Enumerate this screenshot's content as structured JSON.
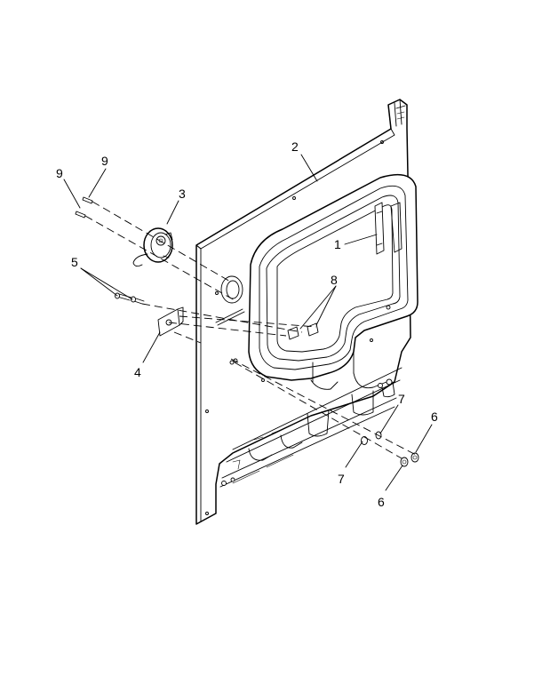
{
  "callouts": [
    {
      "id": "1",
      "label": "1"
    },
    {
      "id": "2",
      "label": "2"
    },
    {
      "id": "3",
      "label": "3"
    },
    {
      "id": "4",
      "label": "4"
    },
    {
      "id": "5",
      "label": "5"
    },
    {
      "id": "6a",
      "label": "6"
    },
    {
      "id": "6b",
      "label": "6"
    },
    {
      "id": "7a",
      "label": "7"
    },
    {
      "id": "7b",
      "label": "7"
    },
    {
      "id": "8",
      "label": "8"
    },
    {
      "id": "9a",
      "label": "9"
    },
    {
      "id": "9b",
      "label": "9"
    }
  ],
  "colors": {
    "line": "#000000",
    "background": "#ffffff"
  }
}
